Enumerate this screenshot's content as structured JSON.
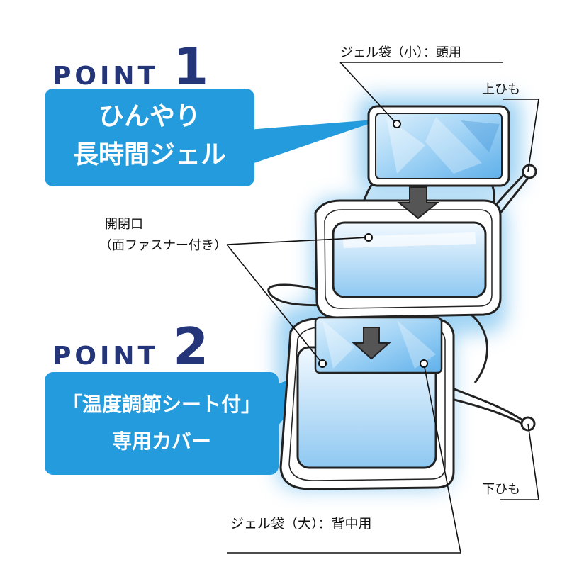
{
  "point1": {
    "word": "POINT",
    "number": "1",
    "line1": "ひんやり",
    "line2": "長時間ジェル"
  },
  "point2": {
    "word": "POINT",
    "number": "2",
    "line1": "「温度調節シート付」",
    "line2": "専用カバー"
  },
  "labels": {
    "gel_small": "ジェル袋（小）：頭用",
    "top_strap": "上ひも",
    "opening_line1": "開閉口",
    "opening_line2": "（面ファスナー付き）",
    "bottom_strap": "下ひも",
    "gel_large": "ジェル袋（大）：背中用"
  },
  "colors": {
    "accent": "#249bdc",
    "navy": "#24357a",
    "outline": "#222222"
  }
}
